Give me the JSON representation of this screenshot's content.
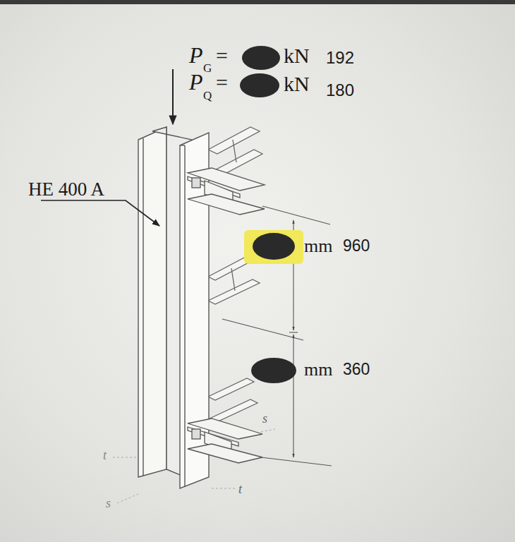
{
  "diagram": {
    "labels": [
      "P",
      "G",
      "=",
      "kN",
      "192",
      "P",
      "Q",
      "=",
      "kN",
      "180",
      "HE 400 A",
      "mm",
      "960",
      "mm",
      "360",
      "t",
      "s",
      "s",
      "t"
    ]
  }
}
